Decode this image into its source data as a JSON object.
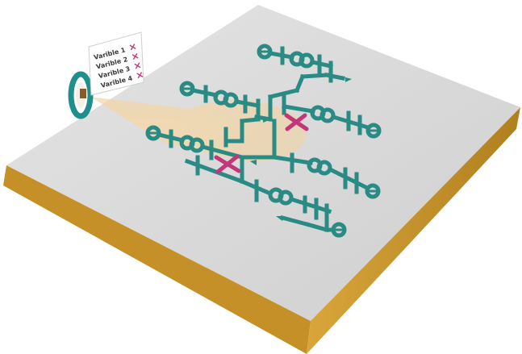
{
  "legend": {
    "items": [
      {
        "label": "Varible 1",
        "marker": "×"
      },
      {
        "label": "Varible 2",
        "marker": "×"
      },
      {
        "label": "Varible 3",
        "marker": "×"
      },
      {
        "label": "Varible 4",
        "marker": "×"
      }
    ]
  },
  "colors": {
    "board_top": "#d9d9d9",
    "board_side": "#c8962a",
    "circuit": "#2a8a84",
    "marker": "#c2377a",
    "cone": "#f1d2a0",
    "sensor": "#1f8f8c"
  },
  "icons": {
    "sensor": "camera-sensor-icon",
    "fault": "fault-x-icon",
    "generator": "generator-symbol-icon",
    "transformer": "transformer-symbol-icon",
    "flow": "flow-arrow-icon"
  }
}
